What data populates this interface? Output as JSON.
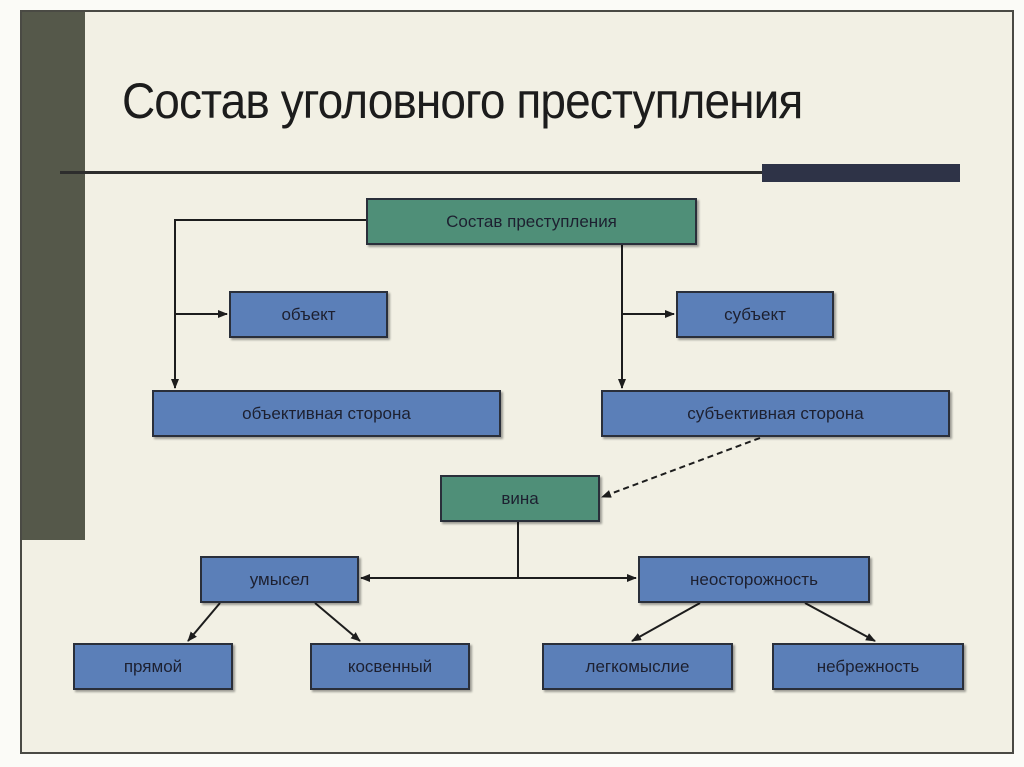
{
  "title": "Состав уголовного преступления",
  "colors": {
    "blue_box": "#5b7fb8",
    "green_box": "#4f8f78",
    "sidebar": "#55584a"
  },
  "nodes": {
    "root": "Состав преступления",
    "object": "объект",
    "subject": "субъект",
    "objective_side": "объективная сторона",
    "subjective_side": "субъективная сторона",
    "guilt": "вина",
    "intent": "умысел",
    "negligence_general": "неосторожность",
    "direct": "прямой",
    "indirect": "косвенный",
    "recklessness": "легкомыслие",
    "negligence": "небрежность"
  }
}
